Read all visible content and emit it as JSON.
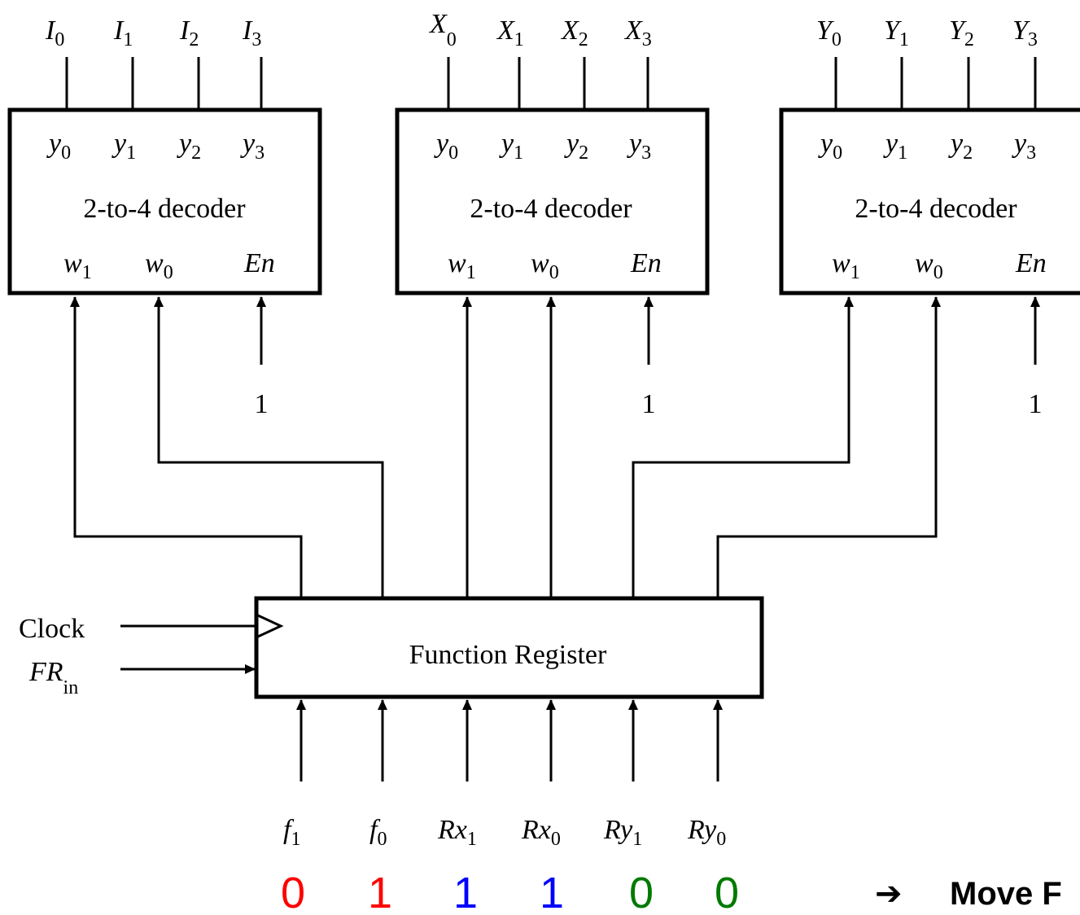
{
  "decoders": [
    {
      "outputs": [
        {
          "base": "I",
          "sub": "0"
        },
        {
          "base": "I",
          "sub": "1"
        },
        {
          "base": "I",
          "sub": "2"
        },
        {
          "base": "I",
          "sub": "3"
        }
      ],
      "title": "2-to-4 decoder",
      "enable_value": "1"
    },
    {
      "outputs": [
        {
          "base": "X",
          "sub": "0"
        },
        {
          "base": "X",
          "sub": "1"
        },
        {
          "base": "X",
          "sub": "2"
        },
        {
          "base": "X",
          "sub": "3"
        }
      ],
      "title": "2-to-4 decoder",
      "enable_value": "1"
    },
    {
      "outputs": [
        {
          "base": "Y",
          "sub": "0"
        },
        {
          "base": "Y",
          "sub": "1"
        },
        {
          "base": "Y",
          "sub": "2"
        },
        {
          "base": "Y",
          "sub": "3"
        }
      ],
      "title": "2-to-4 decoder",
      "enable_value": "1"
    }
  ],
  "decoder_pins": {
    "y": [
      {
        "base": "y",
        "sub": "0"
      },
      {
        "base": "y",
        "sub": "1"
      },
      {
        "base": "y",
        "sub": "2"
      },
      {
        "base": "y",
        "sub": "3"
      }
    ],
    "w1": {
      "base": "w",
      "sub": "1"
    },
    "w0": {
      "base": "w",
      "sub": "0"
    },
    "en": "En"
  },
  "register": {
    "title": "Function Register",
    "clock_label": "Clock",
    "fr_label": {
      "base": "FR",
      "sub": "in"
    },
    "inputs": [
      {
        "base": "f",
        "sub": "1"
      },
      {
        "base": "f",
        "sub": "0"
      },
      {
        "base": "Rx",
        "sub": "1"
      },
      {
        "base": "Rx",
        "sub": "0"
      },
      {
        "base": "Ry",
        "sub": "1"
      },
      {
        "base": "Ry",
        "sub": "0"
      }
    ]
  },
  "bits": [
    {
      "value": "0",
      "color": "#ff0000"
    },
    {
      "value": "1",
      "color": "#ff0000"
    },
    {
      "value": "1",
      "color": "#0000ff"
    },
    {
      "value": "1",
      "color": "#0000ff"
    },
    {
      "value": "0",
      "color": "#007a00"
    },
    {
      "value": "0",
      "color": "#007a00"
    }
  ],
  "note": {
    "arrow": "➔",
    "text": "Move F"
  }
}
